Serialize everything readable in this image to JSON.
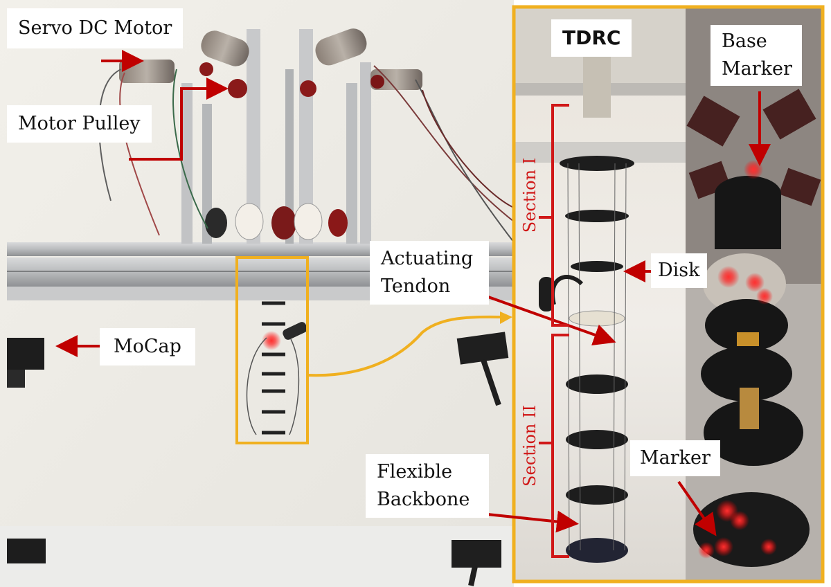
{
  "labels": {
    "servo_dc_motor": "Servo DC Motor",
    "motor_pulley": "Motor Pulley",
    "mocap": "MoCap",
    "actuating_tendon_1": "Actuating",
    "actuating_tendon_2": "Tendon",
    "flexible_backbone_1": "Flexible",
    "flexible_backbone_2": "Backbone",
    "tdrc": "TDRC",
    "base_marker_1": "Base",
    "base_marker_2": "Marker",
    "disk": "Disk",
    "marker": "Marker",
    "section_1": "Section I",
    "section_2": "Section II"
  },
  "colors": {
    "arrow": "#c00000",
    "highlight": "#f0b020",
    "section_text": "#d01818"
  }
}
